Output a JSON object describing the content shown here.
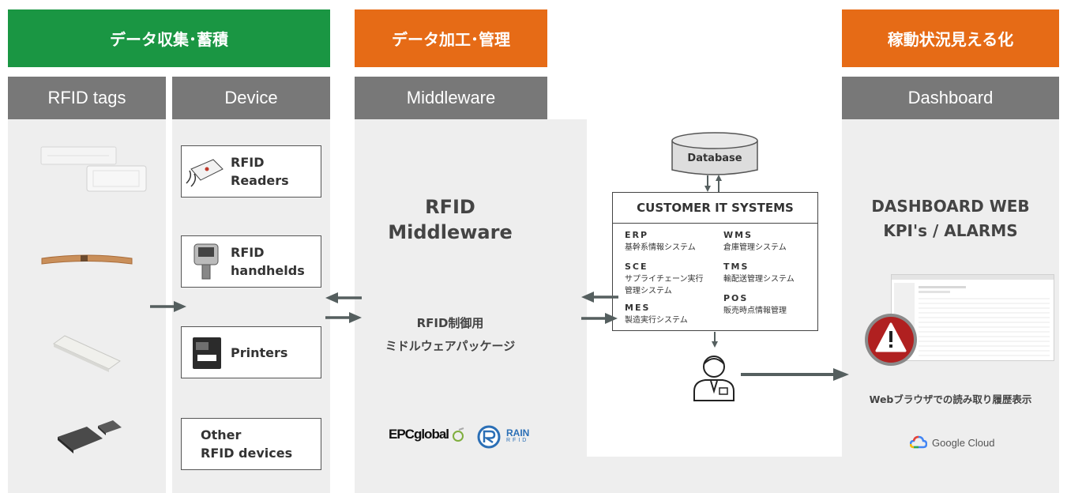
{
  "categories": {
    "collect": "データ収集･蓄積",
    "process": "データ加工･管理",
    "visualize": "稼動状況見える化"
  },
  "columns": {
    "tags": "RFID tags",
    "device": "Device",
    "middleware": "Middleware",
    "dashboard": "Dashboard"
  },
  "devices": [
    {
      "line1": "RFID",
      "line2": "Readers"
    },
    {
      "line1": "RFID",
      "line2": "handhelds"
    },
    {
      "line1": "Printers",
      "line2": ""
    },
    {
      "line1": "Other",
      "line2": "RFID devices"
    }
  ],
  "middleware": {
    "title_line1": "RFID",
    "title_line2": "Middleware",
    "desc_line1": "RFID制御用",
    "desc_line2": "ミドルウェアパッケージ",
    "logo_epc": "EPCglobal",
    "logo_rain": "RAIN",
    "logo_rain_sub": "RFID"
  },
  "customer_systems": {
    "database_label": "Database",
    "title": "CUSTOMER IT SYSTEMS",
    "left": [
      {
        "abbr": "ERP",
        "desc": [
          "基幹系情報システム"
        ]
      },
      {
        "abbr": "SCE",
        "desc": [
          "サプライチェーン実行",
          "管理システム"
        ]
      },
      {
        "abbr": "MES",
        "desc": [
          "製造実行システム"
        ]
      }
    ],
    "right": [
      {
        "abbr": "WMS",
        "desc": [
          "倉庫管理システム"
        ]
      },
      {
        "abbr": "TMS",
        "desc": [
          "輸配送管理システム"
        ]
      },
      {
        "abbr": "POS",
        "desc": [
          "販売時点情報管理"
        ]
      }
    ]
  },
  "dashboard": {
    "title_line1": "DASHBOARD WEB",
    "title_line2": "KPI's / ALARMS",
    "caption": "Webブラウザでの読み取り履歴表示",
    "cloud_label": "Google Cloud"
  },
  "colors": {
    "green": "#1a9643",
    "orange": "#e66b16",
    "header_gray": "#787878",
    "panel": "#eeeeee",
    "arrow": "#555f5f"
  }
}
